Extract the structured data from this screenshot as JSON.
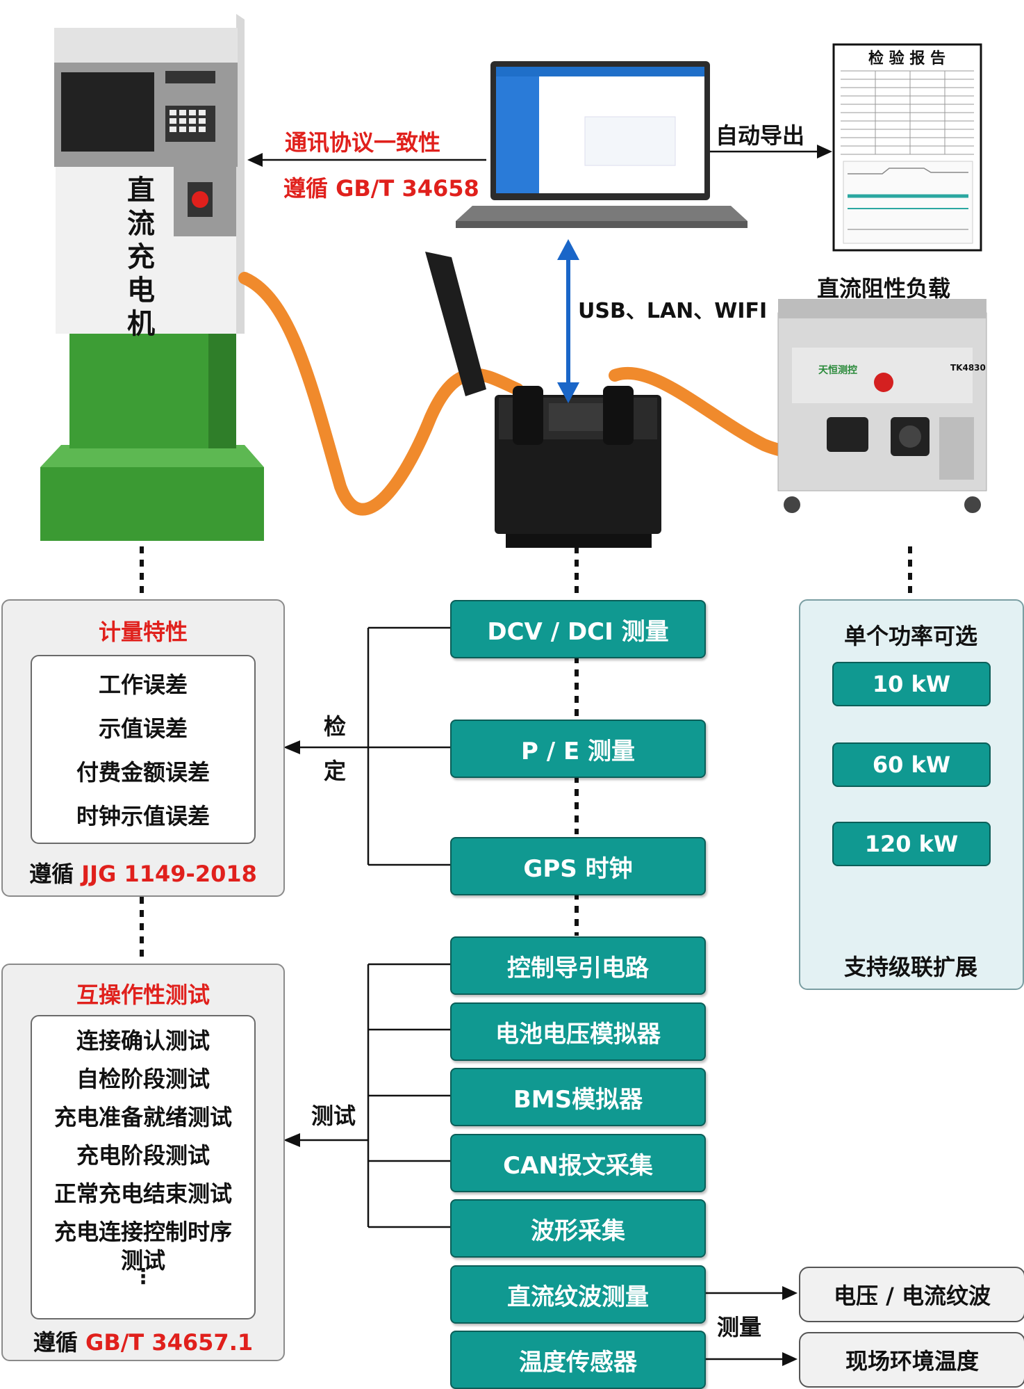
{
  "charger": {
    "label_chars": [
      "直",
      "流",
      "充",
      "电",
      "机"
    ]
  },
  "protocol": {
    "line1": "通讯协议一致性",
    "line2": "遵循 GB/T 34658"
  },
  "laptop": {
    "link_label": "USB、LAN、WIFI"
  },
  "export": {
    "label": "自动导出"
  },
  "report": {
    "title": "检 验 报 告"
  },
  "load": {
    "title": "直流阻性负载",
    "brand": "天恒测控",
    "model": "TK4830"
  },
  "metrology": {
    "title": "计量特性",
    "items": [
      "工作误差",
      "示值误差",
      "付费金额误差",
      "时钟示值误差"
    ],
    "standard_prefix": "遵循 ",
    "standard": "JJG 1149-2018"
  },
  "verify_label": [
    "检",
    "定"
  ],
  "test_label": "测试",
  "measure_label": "测量",
  "interop": {
    "title": "互操作性测试",
    "items": [
      "连接确认测试",
      "自检阶段测试",
      "充电准备就绪测试",
      "充电阶段测试",
      "正常充电结束测试",
      "充电连接控制时序",
      "测试"
    ],
    "standard_prefix": "遵循 ",
    "standard": "GB/T 34657.1"
  },
  "modules": {
    "dcv_dci": "DCV / DCI 测量",
    "pe": "P / E 测量",
    "gps": "GPS 时钟",
    "pilot": "控制导引电路",
    "battery_sim": "电池电压模拟器",
    "bms_sim": "BMS模拟器",
    "can": "CAN报文采集",
    "waveform": "波形采集",
    "ripple": "直流纹波测量",
    "temp_sensor": "温度传感器"
  },
  "outputs": {
    "ripple": "电压 / 电流纹波",
    "temperature": "现场环境温度"
  },
  "power": {
    "title": "单个功率可选",
    "options": [
      "10 kW",
      "60 kW",
      "120 kW"
    ],
    "footer": "支持级联扩展"
  },
  "colors": {
    "teal": "#109991",
    "red": "#e0201c",
    "green": "#3a9a32",
    "cable": "#f08a2c",
    "arrow_blue": "#1a66c8"
  }
}
